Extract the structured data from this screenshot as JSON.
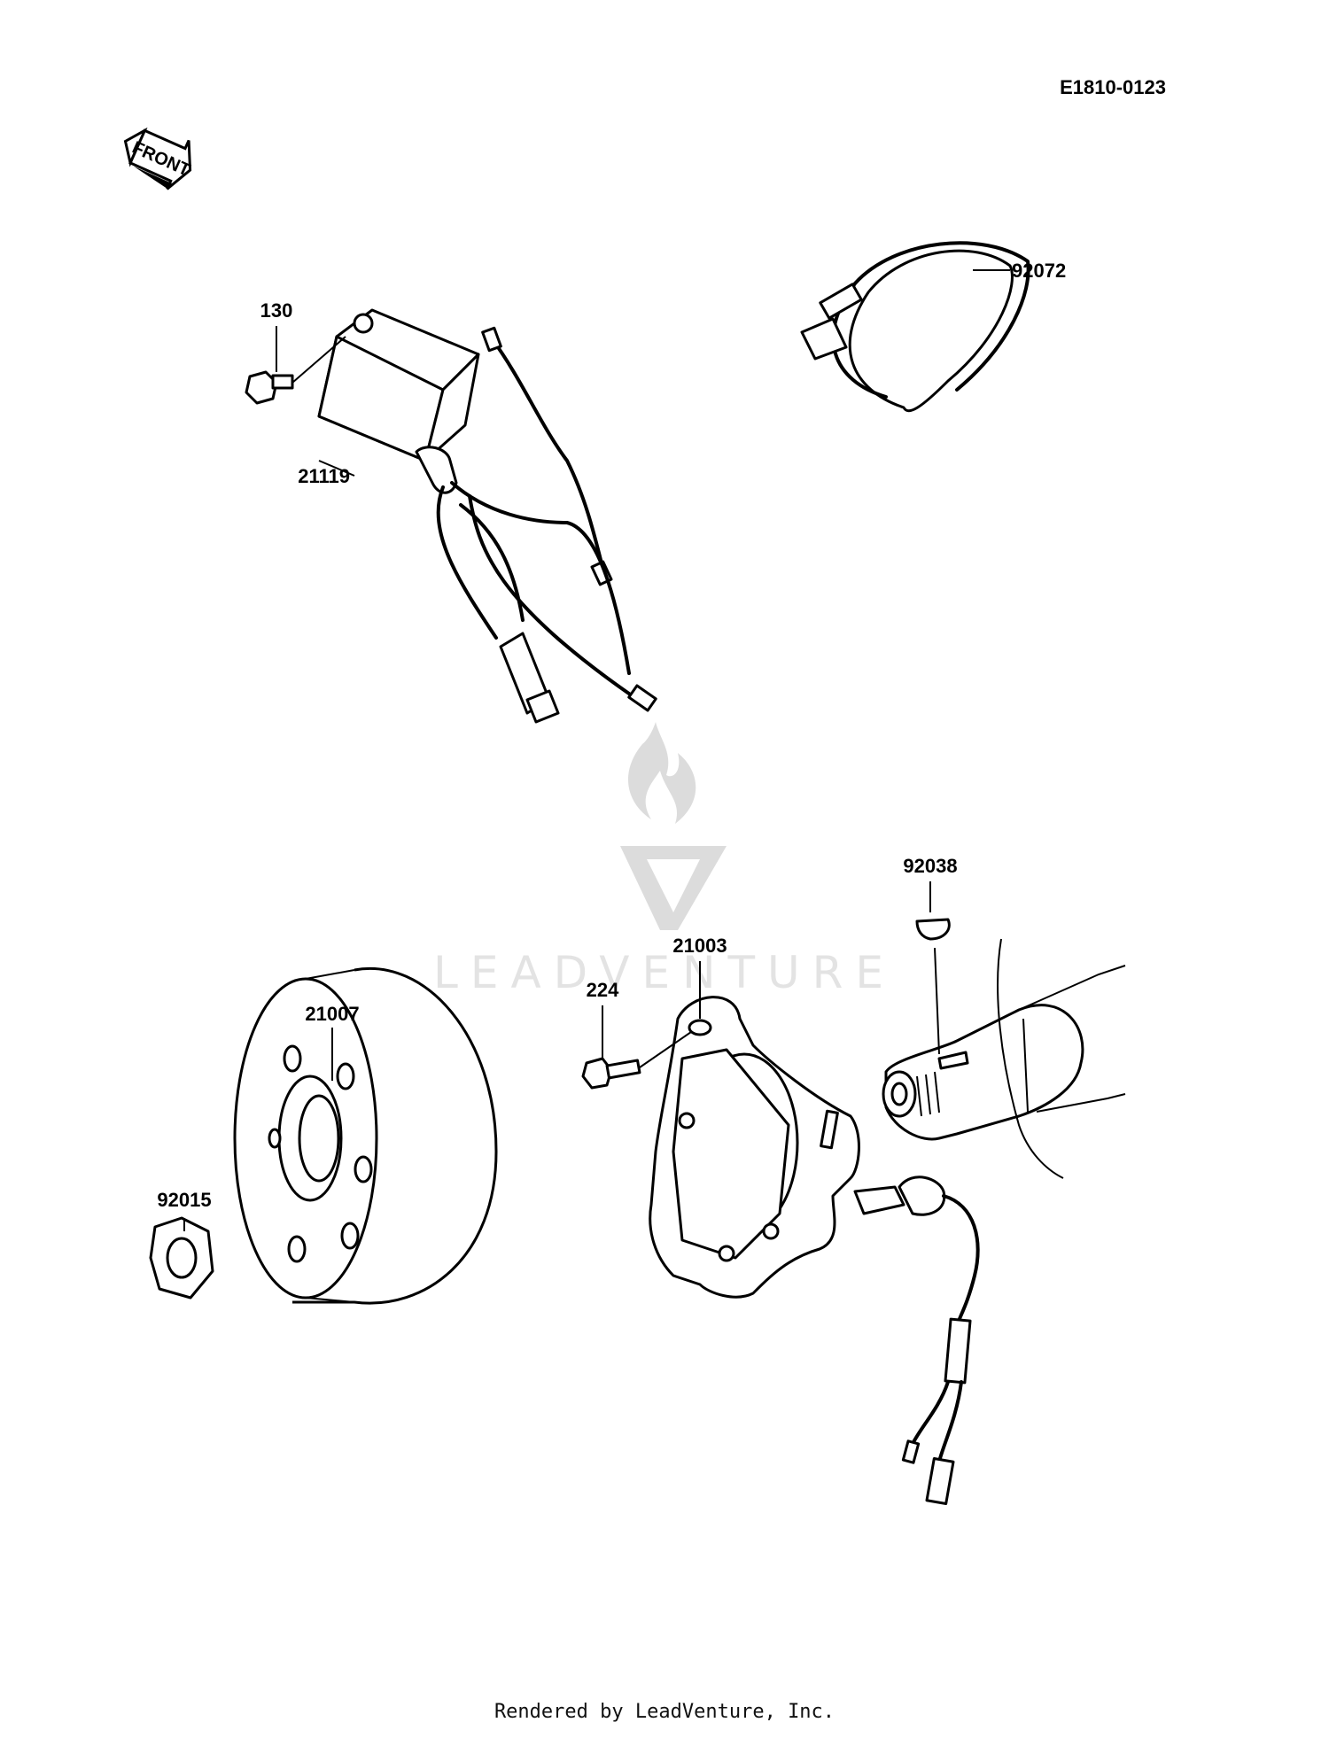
{
  "diagram_ref": "E1810-0123",
  "front_label": "FRONT",
  "parts": {
    "bolt_130": "130",
    "igniter_21119": "21119",
    "band_92072": "92072",
    "key_92038": "92038",
    "stator_21003": "21003",
    "bolt_224": "224",
    "flywheel_21007": "21007",
    "nut_92015": "92015"
  },
  "watermark": "LEADVENTURE",
  "footer": "Rendered by LeadVenture, Inc."
}
